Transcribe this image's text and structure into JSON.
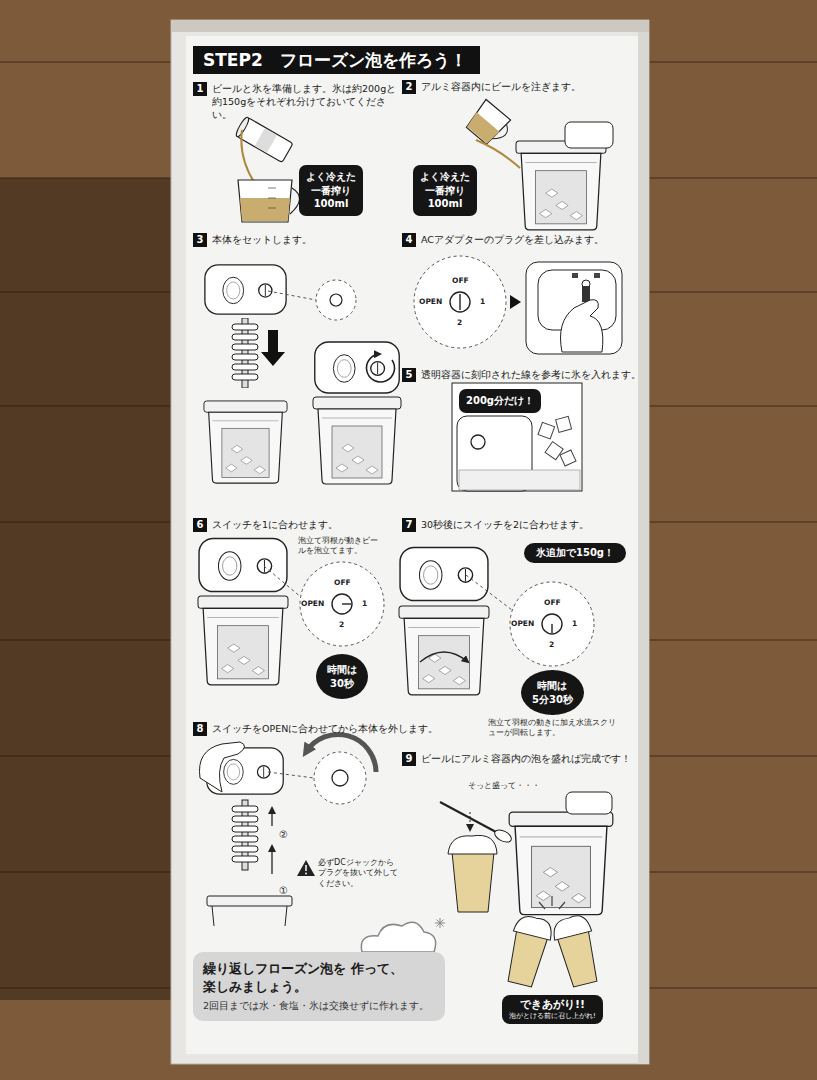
{
  "diagram": {
    "title": "STEP2　フローズン泡を作ろう！",
    "nodes": [
      {
        "text": [
          "1",
          "ビールと氷を準備します。氷は約200gと約150gをそれぞれ分けておいてください。"
        ]
      },
      {
        "text": [
          "よく冷えた 一番搾り 100ml"
        ]
      },
      {
        "text": [
          "2",
          "アルミ容器内にビールを注ぎます。"
        ]
      },
      {
        "text": [
          "よく冷えた 一番搾り 100ml"
        ]
      },
      {
        "text": [
          "3",
          "本体をセットします。"
        ]
      },
      {
        "text": [
          "4",
          "ACアダプターのプラグを差し込みます。"
        ]
      },
      {
        "text": [
          "5",
          "透明容器に刻印された線を参考に氷を入れます。"
        ]
      },
      {
        "text": [
          "200g分だけ！"
        ]
      },
      {
        "text": [
          "6",
          "スイッチを1に合わせます。"
        ]
      },
      {
        "text": [
          "時間は 30秒"
        ]
      },
      {
        "text": [
          "7",
          "30秒後にスイッチを2に合わせます。"
        ]
      },
      {
        "text": [
          "氷追加で150g！"
        ]
      },
      {
        "text": [
          "時間は 5分30秒"
        ]
      },
      {
        "text": [
          "8",
          "スイッチをOPENに合わせてから本体を外します。"
        ]
      },
      {
        "text": [
          "9",
          "ビールにアルミ容器内の泡を盛れば完成です！"
        ]
      },
      {
        "text": [
          "繰り返しフローズン泡を 作って、楽しみましょう。",
          "2回目までは水・食塩・氷は交換せずに作れます。"
        ]
      },
      {
        "text": [
          "できあがり!!",
          "泡がとける前に召し上がれ!"
        ]
      }
    ],
    "labels": [
      "泡立て羽根が動きビールを泡立てます。",
      "泡立て羽根の動きに加え水流スクリューが回転します。",
      "そっと盛って・・・",
      "①",
      "②",
      "必ずDCジャックからプラグを抜いて外してください。",
      "OFF",
      "OPEN",
      "1",
      "2",
      "OFF",
      "OPEN",
      "1",
      "2",
      "OFF",
      "OPEN",
      "1",
      "2"
    ]
  }
}
